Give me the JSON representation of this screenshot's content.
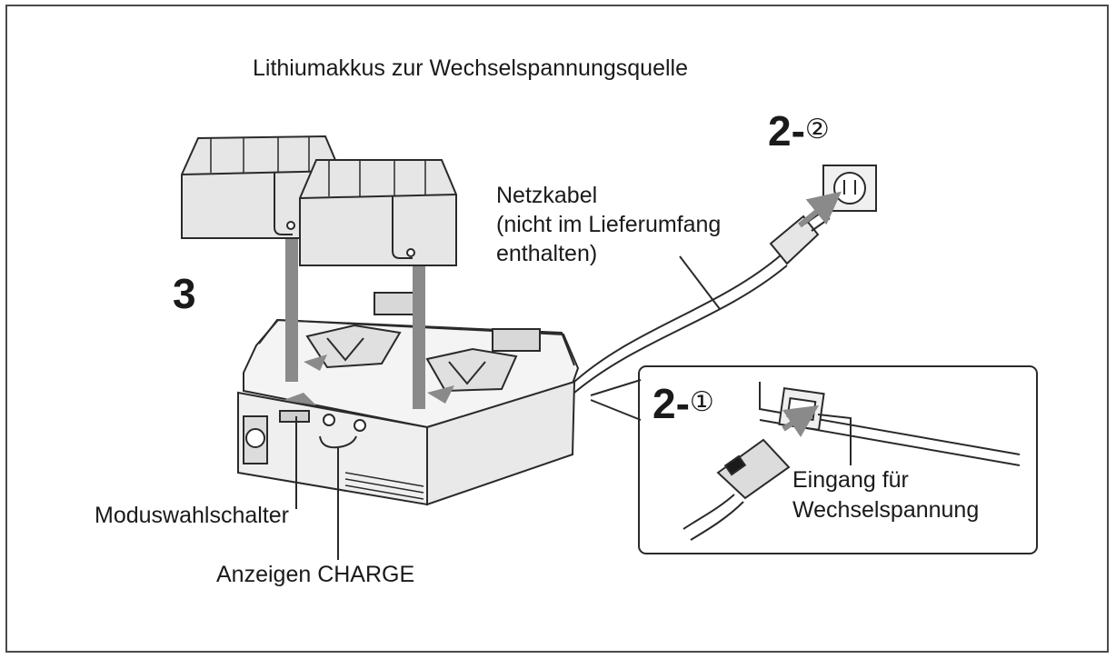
{
  "labels": {
    "title": "Lithiumakkus zur Wechselspannungsquelle",
    "cable_line1": "Netzkabel",
    "cable_line2": "(nicht im Lieferumfang",
    "cable_line3": "enthalten)",
    "mode_switch": "Moduswahlschalter",
    "charge_lamps": "Anzeigen CHARGE",
    "ac_in_line1": "Eingang für",
    "ac_in_line2": "Wechselspannung"
  },
  "steps": {
    "s3": "3",
    "s2a_num": "2-",
    "s2a_circle": "①",
    "s2b_num": "2-",
    "s2b_circle": "②"
  },
  "colors": {
    "outline": "#2a2a2a",
    "body_fill": "#f2f2f2",
    "battery_fill": "#e6e6e6",
    "arrow_gray": "#8a8a8a"
  }
}
